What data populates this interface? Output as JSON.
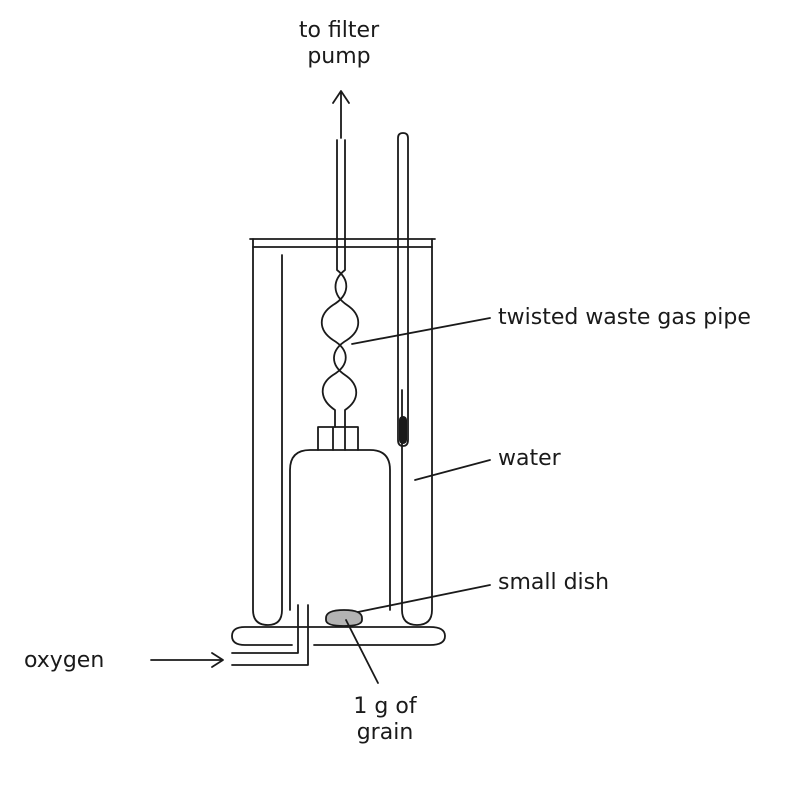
{
  "labels": {
    "to_filter_line1": "to filter",
    "to_filter_line2": "pump",
    "twisted_pipe": "twisted waste gas pipe",
    "water": "water",
    "small_dish": "small dish",
    "oxygen": "oxygen",
    "grain_line1": "1 g of",
    "grain_line2": "grain"
  },
  "colors": {
    "line": "#1a1a1a",
    "dish_fill": "#b3b3b3",
    "background": "#ffffff"
  }
}
